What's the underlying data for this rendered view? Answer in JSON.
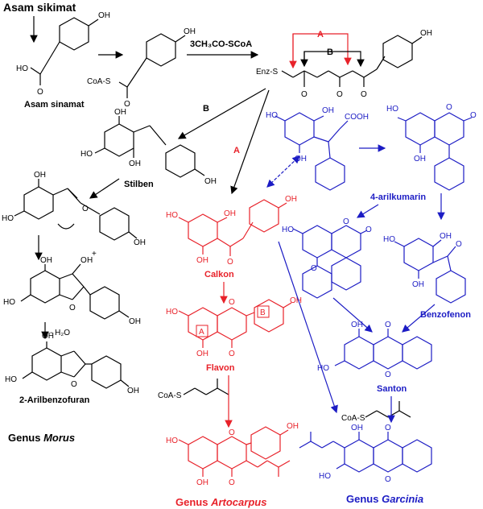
{
  "labels": {
    "shikimate": "Asam sikimat",
    "cinnamate": "Asam sinamat",
    "malonyl": "3CH₃CO-SCoA",
    "coa_s": "CoA-S",
    "enz_s": "Enz-S",
    "stilben": "Stilben",
    "arilbenzofuran": "2-Arilbenzofuran",
    "calkon": "Calkon",
    "flavon": "Flavon",
    "arilkumarin": "4-arilkumarin",
    "benzofenon": "Benzofenon",
    "santon": "Santon",
    "cooh": "COOH",
    "minus_h2o": "- H₂O",
    "h_plus": "H",
    "plus": "+",
    "ring_a": "A",
    "ring_b": "B"
  },
  "pathways": {
    "A": "A",
    "B": "B"
  },
  "genus": {
    "prefix": "Genus",
    "morus": "Morus",
    "artocarpus": "Artocarpus",
    "garcinia": "Garcinia"
  },
  "atoms": {
    "OH": "OH",
    "HO": "HO",
    "O": "O",
    "H": "H"
  },
  "colors": {
    "black": "#000000",
    "red": "#e8222a",
    "blue": "#1c1cc4"
  }
}
